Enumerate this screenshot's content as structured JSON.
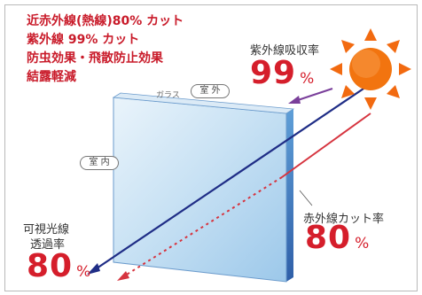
{
  "features": [
    "近赤外線(熱線)80% カット",
    "紫外線 99% カット",
    "防虫効果・飛散防止効果",
    "結露軽減"
  ],
  "labels": {
    "glass": "ガラス",
    "outdoor": "室 外",
    "indoor": "室 内"
  },
  "uv": {
    "label": "紫外線吸収率",
    "value": "99",
    "unit": "%"
  },
  "infrared": {
    "label": "赤外線カット率",
    "value": "80",
    "unit": "%"
  },
  "visible": {
    "label_line1": "可視光線",
    "label_line2": "透過率",
    "value": "80",
    "unit": "%"
  },
  "colors": {
    "accent_red": "#d51e2b",
    "visible_ray": "#1f2d86",
    "uv_ray": "#7a3f9a",
    "ir_ray": "#d6343f",
    "sun": "#f26a10",
    "glass_face": "#c9e2f4",
    "glass_edge": "#3a6fb6"
  },
  "icons": [
    "sun-icon"
  ]
}
